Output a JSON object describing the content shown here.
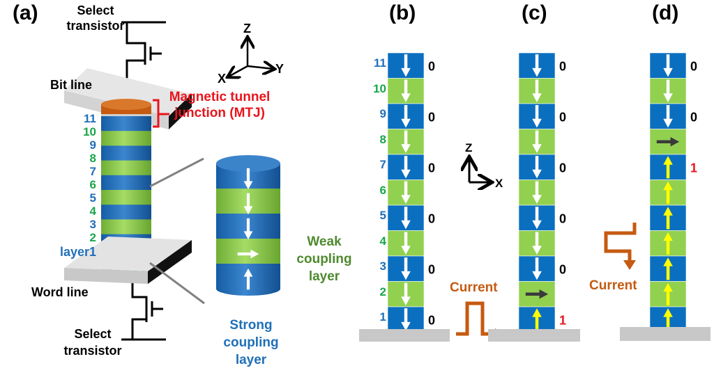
{
  "panels": {
    "a": {
      "label": "(a)",
      "select_transistor_top": [
        "Select",
        "transistor"
      ],
      "select_transistor_bottom": [
        "Select",
        "transistor"
      ],
      "bit_line": "Bit line",
      "word_line": "Word line",
      "mtj_label": [
        "Magnetic tunnel",
        "junction (MTJ)"
      ],
      "axes": {
        "z": "Z",
        "x": "X",
        "y": "Y"
      },
      "layer_labels": [
        "11",
        "10",
        "9",
        "8",
        "7",
        "6",
        "5",
        "4",
        "3",
        "2",
        "layer1"
      ],
      "zoom_cylinder": {
        "layers": [
          {
            "type": "strong",
            "arrow": "down"
          },
          {
            "type": "weak",
            "arrow": "down"
          },
          {
            "type": "strong",
            "arrow": "down"
          },
          {
            "type": "weak",
            "arrow": "right"
          },
          {
            "type": "strong",
            "arrow": "up"
          }
        ]
      },
      "weak_label": [
        "Weak",
        "coupling",
        "layer"
      ],
      "strong_label": [
        "Strong",
        "coupling",
        "layer"
      ]
    },
    "b": {
      "label": "(b)",
      "layer_numbers": [
        "11",
        "10",
        "9",
        "8",
        "7",
        "6",
        "5",
        "4",
        "3",
        "2",
        "1"
      ],
      "arrows": [
        "down",
        "down",
        "down",
        "down",
        "down",
        "down",
        "down",
        "down",
        "down",
        "down",
        "down"
      ],
      "bits": [
        "0",
        "",
        "0",
        "",
        "0",
        "",
        "0",
        "",
        "0",
        "",
        "0"
      ]
    },
    "c": {
      "label": "(c)",
      "axes": {
        "z": "Z",
        "x": "X"
      },
      "current_label": "Current",
      "arrows": [
        "down",
        "down",
        "down",
        "down",
        "down",
        "down",
        "down",
        "down",
        "down",
        "right",
        "up"
      ],
      "bits": [
        "0",
        "",
        "0",
        "",
        "0",
        "",
        "0",
        "",
        "0",
        "",
        "1"
      ]
    },
    "d": {
      "label": "(d)",
      "current_label": "Current",
      "arrows": [
        "down",
        "down",
        "down",
        "right",
        "up",
        "up",
        "up",
        "up",
        "up",
        "up",
        "up"
      ],
      "bits": [
        "0",
        "",
        "0",
        "",
        "1",
        "",
        "",
        "",
        "",
        "",
        ""
      ]
    }
  },
  "colors": {
    "strong_layer": "#0b6fc0",
    "weak_layer": "#92d050",
    "mtj_top": "#c55a11",
    "current": "#c55a11",
    "bit_one": "#e8141c",
    "arrow_up": "#ffff00",
    "arrow_in_plane": "#3a3a3a",
    "substrate": "#c8c8c8"
  }
}
